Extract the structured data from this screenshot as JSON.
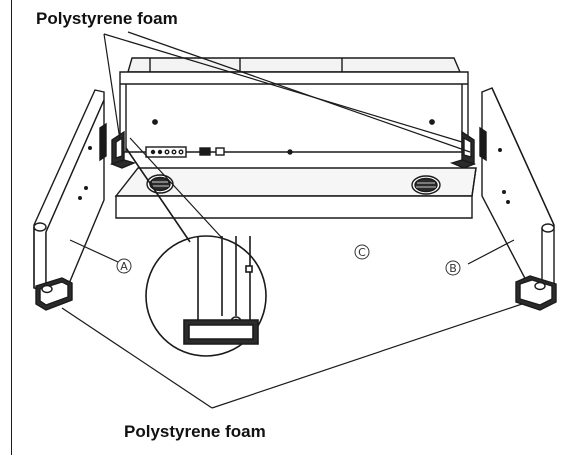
{
  "labels": {
    "foam_top": "Polystyrene foam",
    "foam_bottom": "Polystyrene foam"
  },
  "markers": {
    "panel_a": "A",
    "panel_b": "B",
    "panel_c": "C"
  },
  "colors": {
    "line": "#1a1a1a",
    "panel_fill": "#ffffff",
    "shade": "#e6e6e6",
    "dark": "#2b2b2b"
  }
}
